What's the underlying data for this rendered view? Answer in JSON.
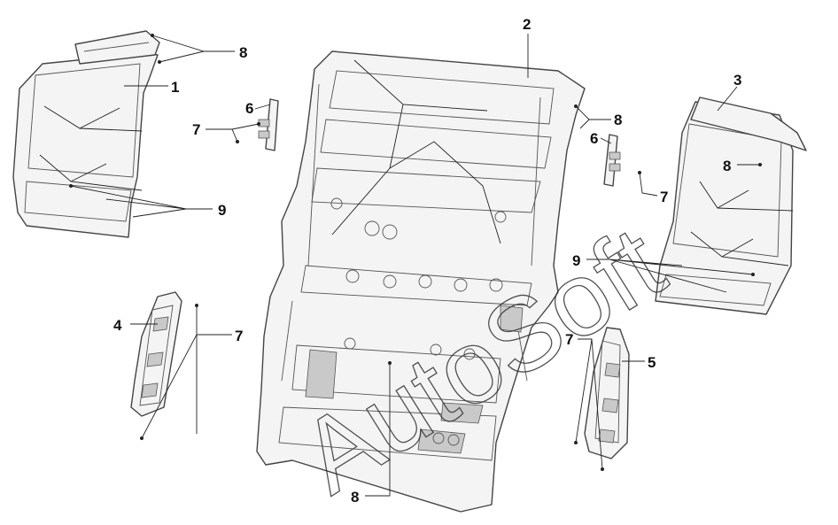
{
  "watermark": "AutoSoft",
  "callouts": [
    {
      "id": "c1",
      "number": "1"
    },
    {
      "id": "c2",
      "number": "2"
    },
    {
      "id": "c3",
      "number": "3"
    },
    {
      "id": "c4",
      "number": "4"
    },
    {
      "id": "c5",
      "number": "5"
    },
    {
      "id": "c6a",
      "number": "6"
    },
    {
      "id": "c6b",
      "number": "6"
    },
    {
      "id": "c7a",
      "number": "7"
    },
    {
      "id": "c7b",
      "number": "7"
    },
    {
      "id": "c7c",
      "number": "7"
    },
    {
      "id": "c7d",
      "number": "7"
    },
    {
      "id": "c8a",
      "number": "8"
    },
    {
      "id": "c8b",
      "number": "8"
    },
    {
      "id": "c8c",
      "number": "8"
    },
    {
      "id": "c8d",
      "number": "8"
    },
    {
      "id": "c9a",
      "number": "9"
    },
    {
      "id": "c9b",
      "number": "9"
    }
  ],
  "colors": {
    "line": "#444444",
    "fill": "#f4f4f4",
    "text": "#111111"
  }
}
